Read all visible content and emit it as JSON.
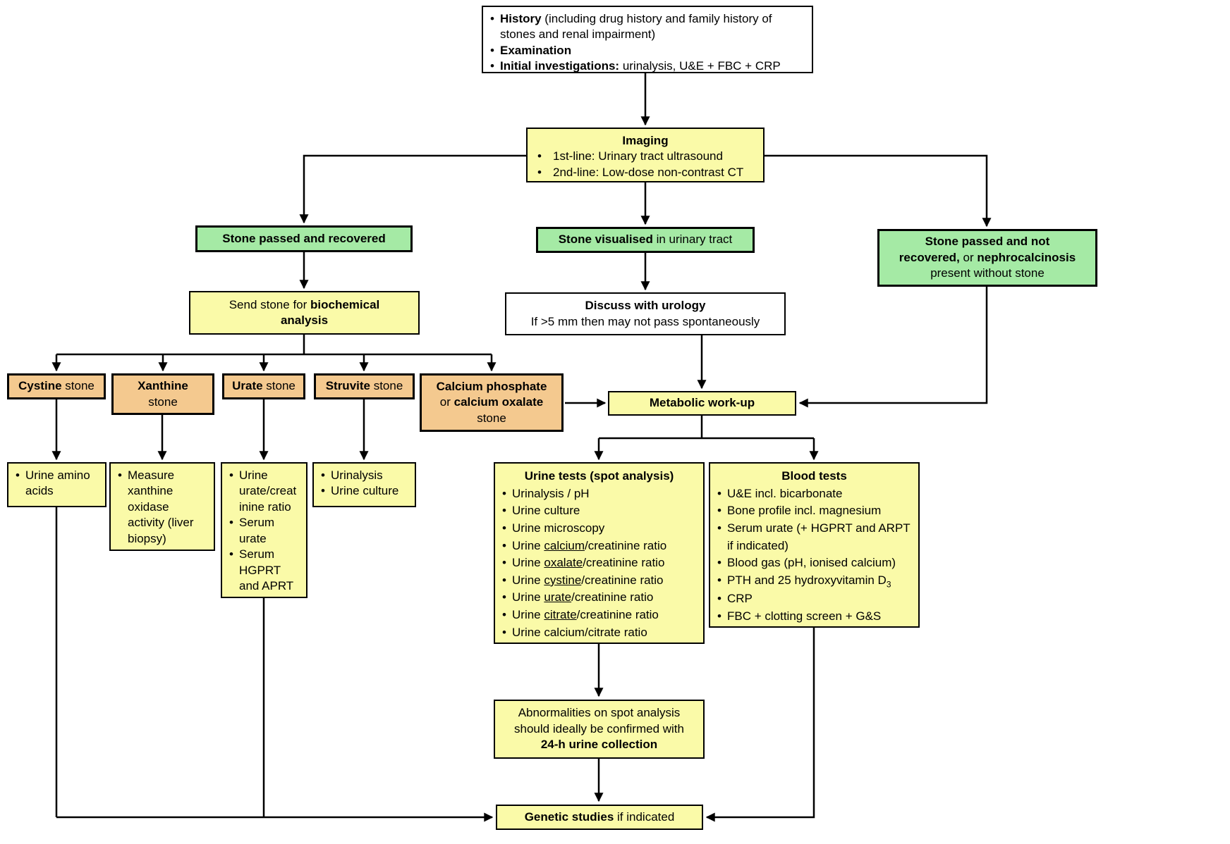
{
  "diagram": {
    "history_box": {
      "items": [
        "**History** (including drug history and family history of stones and renal impairment)",
        "**Examination**",
        "**Initial investigations:** urinalysis, U&E + FBC + CRP"
      ]
    },
    "imaging": {
      "title": "**Imaging**",
      "items": [
        "1st-line: Urinary tract ultrasound",
        "2nd-line: Low-dose non-contrast CT"
      ]
    },
    "stone_recovered": {
      "label": "**Stone passed and recovered**"
    },
    "stone_visualised": {
      "label": "**Stone visualised** in urinary tract"
    },
    "stone_not_recovered": {
      "lines": [
        "**Stone passed and not**",
        "**recovered,** or **nephrocalcinosis**",
        "present without stone"
      ]
    },
    "send_stone": {
      "lines": [
        "Send stone for **biochemical**",
        "**analysis**"
      ]
    },
    "discuss_urology": {
      "lines": [
        "**Discuss with urology**",
        "If >5 mm then may not pass spontaneously"
      ]
    },
    "stone_types": {
      "cystine": {
        "label": "**Cystine** stone"
      },
      "xanthine": {
        "lines": [
          "**Xanthine**",
          "stone"
        ]
      },
      "urate": {
        "label": "**Urate** stone"
      },
      "struvite": {
        "label": "**Struvite** stone"
      },
      "calcium": {
        "lines": [
          "**Calcium phosphate**",
          "or **calcium oxalate**",
          "stone"
        ]
      }
    },
    "metabolic_workup": {
      "label": "**Metabolic work-up**"
    },
    "cystine_tests": {
      "items": [
        "Urine amino acids"
      ]
    },
    "xanthine_tests": {
      "items": [
        "Measure xanthine oxidase activity (liver biopsy)"
      ]
    },
    "urate_tests": {
      "items": [
        "Urine urate/creatinine ratio",
        "Serum urate",
        "Serum HGPRT and APRT"
      ]
    },
    "struvite_tests": {
      "items": [
        "Urinalysis",
        "Urine culture"
      ]
    },
    "urine_tests": {
      "title": "**Urine tests (spot analysis)**",
      "items": [
        "Urinalysis / pH",
        "Urine culture",
        "Urine microscopy",
        "Urine __calcium__/creatinine ratio",
        "Urine __oxalate__/creatinine ratio",
        "Urine __cystine__/creatinine ratio",
        "Urine __urate__/creatinine ratio",
        "Urine __citrate__/creatinine ratio",
        "Urine calcium/citrate ratio"
      ]
    },
    "blood_tests": {
      "title": "**Blood tests**",
      "items": [
        "U&E incl. bicarbonate",
        "Bone profile incl. magnesium",
        "Serum urate (+ HGPRT and ARPT if indicated)",
        "Blood gas (pH, ionised calcium)",
        "PTH and 25 hydroxyvitamin D~3~",
        "CRP",
        "FBC + clotting screen + G&S"
      ]
    },
    "abnormalities": {
      "lines": [
        "Abnormalities on spot analysis",
        "should ideally be confirmed with",
        "**24-h urine collection**"
      ]
    },
    "genetic": {
      "label": "**Genetic studies** if indicated"
    }
  },
  "colors": {
    "yellow": "#FAFAA8",
    "green": "#A5EAA5",
    "tan": "#F4C98F",
    "border": "#000000"
  }
}
